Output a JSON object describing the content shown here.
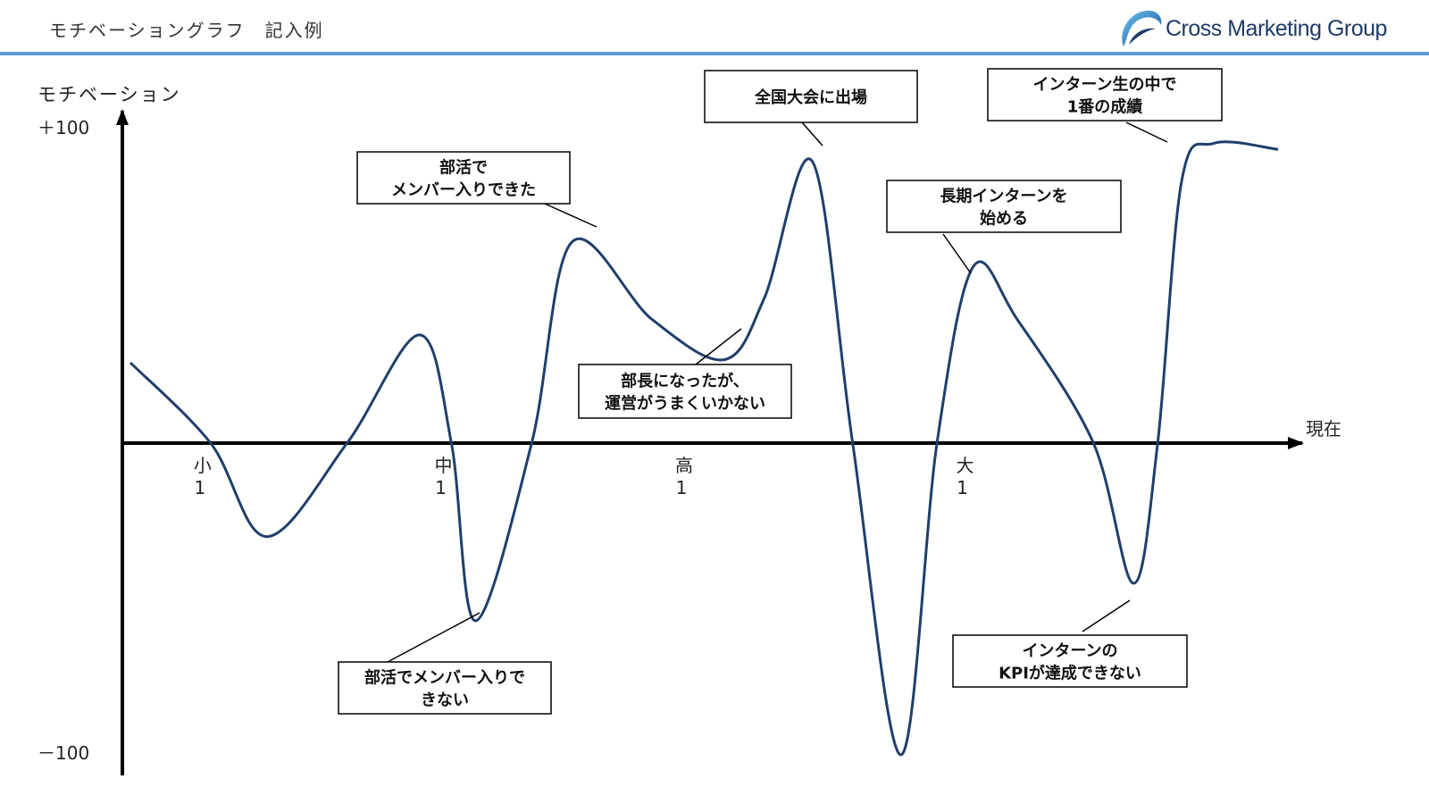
{
  "header": {
    "title": "モチベーショングラフ　記入例",
    "brand": "Cross Marketing Group"
  },
  "colors": {
    "accent_line": "#5b9bd5",
    "curve": "#1f3f6b",
    "axis": "#000000"
  },
  "chart_data": {
    "type": "line",
    "ylabel": "モチベーション",
    "xlabel": "現在",
    "ylim": [
      -100,
      100
    ],
    "ytick_labels": [
      {
        "value": 100,
        "label": "＋100"
      },
      {
        "value": -100,
        "label": "－100"
      }
    ],
    "x_ticks": [
      {
        "x": 0.5,
        "label1": "小",
        "label2": "1"
      },
      {
        "x": 3.5,
        "label1": "中",
        "label2": "1"
      },
      {
        "x": 6.5,
        "label1": "高",
        "label2": "1"
      },
      {
        "x": 10,
        "label1": "大",
        "label2": "1"
      }
    ],
    "xlim": [
      -0.5,
      14.0
    ],
    "grid": false,
    "series": [
      {
        "points": [
          [
            -0.4,
            26
          ],
          [
            0.6,
            0
          ],
          [
            1.3,
            -30
          ],
          [
            2.3,
            0
          ],
          [
            3.2,
            35
          ],
          [
            3.6,
            0
          ],
          [
            3.9,
            -57
          ],
          [
            4.6,
            0
          ],
          [
            5.1,
            65
          ],
          [
            6.1,
            40
          ],
          [
            7.0,
            27
          ],
          [
            7.5,
            47
          ],
          [
            8.1,
            91
          ],
          [
            8.6,
            0
          ],
          [
            9.2,
            -100
          ],
          [
            9.65,
            0
          ],
          [
            10.1,
            57
          ],
          [
            10.65,
            40
          ],
          [
            11.6,
            0
          ],
          [
            12.1,
            -45
          ],
          [
            12.4,
            0
          ],
          [
            12.7,
            85
          ],
          [
            13.1,
            97
          ],
          [
            13.9,
            95
          ]
        ]
      }
    ],
    "annotations": [
      {
        "text": "部活で\nメンバー入りできた",
        "x": 5.1,
        "y": 65
      },
      {
        "text": "部活でメンバー入りで\nきない",
        "x": 3.9,
        "y": -57
      },
      {
        "text": "部長になったが、\n運営がうまくいかない",
        "x": 7.0,
        "y": 27
      },
      {
        "text": "全国大会に出場",
        "x": 8.1,
        "y": 91
      },
      {
        "text": "長期インターンを\n始める",
        "x": 10.1,
        "y": 57
      },
      {
        "text": "インターン生の中で\n1番の成績",
        "x": 12.8,
        "y": 95
      },
      {
        "text": "インターンの\nKPIが達成できない",
        "x": 12.1,
        "y": -45
      }
    ]
  }
}
